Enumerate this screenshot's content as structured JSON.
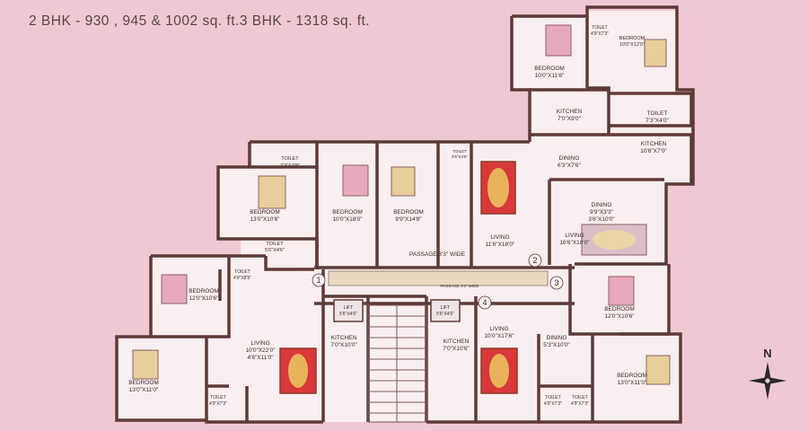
{
  "title": "2 BHK - 930 , 945 & 1002 sq. ft.3 BHK - 1318 sq. ft.",
  "compass": {
    "label": "N"
  },
  "colors": {
    "background": "#f0c8d3",
    "wall": "#5e3a36",
    "floor": "#f9eef0",
    "accent": "#d8383a"
  },
  "rooms": [
    {
      "name": "BEDROOM",
      "size": "10'0\"X11'6\""
    },
    {
      "name": "TOILET",
      "size": "4'9\"X7'3\""
    },
    {
      "name": "BEDROOM",
      "size": "10'0\"X12'0\""
    },
    {
      "name": "KITCHEN",
      "size": "7'0\"X9'0\""
    },
    {
      "name": "TOILET",
      "size": "7'3\"X4'0\""
    },
    {
      "name": "KITCHEN",
      "size": "10'6\"X7'0\""
    },
    {
      "name": "DINING",
      "size": "6'3\"X7'6\""
    },
    {
      "name": "DINING",
      "size": "9'9\"X3'3\""
    },
    {
      "name": "",
      "size": "3'6\"X10'0\""
    },
    {
      "name": "LIVING",
      "size": "16'6\"X10'0\""
    },
    {
      "name": "TOILET",
      "size": "7'3\"X4'8\""
    },
    {
      "name": "BEDROOM",
      "size": "13'0\"X10'6\""
    },
    {
      "name": "BEDROOM",
      "size": "10'0\"X18'0\""
    },
    {
      "name": "BEDROOM",
      "size": "9'9\"X14'8\""
    },
    {
      "name": "TOILET",
      "size": "4'6\"X4'6\""
    },
    {
      "name": "LIVING",
      "size": "11'6\"X18'0\""
    },
    {
      "name": "TOILET",
      "size": "5'6\"X4'6\""
    },
    {
      "name": "TOILET",
      "size": "4'9\"X8'9\""
    },
    {
      "name": "BEDROOM",
      "size": "12'0\"X10'6\""
    },
    {
      "name": "BEDROOM",
      "size": "12'0\"X10'6\""
    },
    {
      "name": "BEDROOM",
      "size": "13'0\"X11'0\""
    },
    {
      "name": "LIVING",
      "size": "10'0\"X22'0\""
    },
    {
      "name": "",
      "size": "4'6\"X11'0\""
    },
    {
      "name": "KITCHEN",
      "size": "7'0\"X10'0\""
    },
    {
      "name": "KITCHEN",
      "size": "7'0\"X10'6\""
    },
    {
      "name": "LIVING",
      "size": "10'0\"X17'6\""
    },
    {
      "name": "DINING",
      "size": "5'3\"X10'0\""
    },
    {
      "name": "BEDROOM",
      "size": "13'0\"X11'0\""
    },
    {
      "name": "TOILET",
      "size": "4'9\"X7'3\""
    },
    {
      "name": "TOILET",
      "size": "4'9\"X7'3\""
    },
    {
      "name": "TOILET",
      "size": "4'9\"X7'3\""
    }
  ],
  "lifts": [
    {
      "name": "LIFT",
      "size": "5'6\"X4'6\""
    },
    {
      "name": "LIFT",
      "size": "5'6\"X4'6\""
    }
  ],
  "passages": [
    {
      "label": "PASSAGE 3'3\" WIDE"
    },
    {
      "label": "PASSAGE 4'6\" WIDE"
    }
  ],
  "unit_numbers": [
    "1",
    "2",
    "3",
    "4"
  ]
}
